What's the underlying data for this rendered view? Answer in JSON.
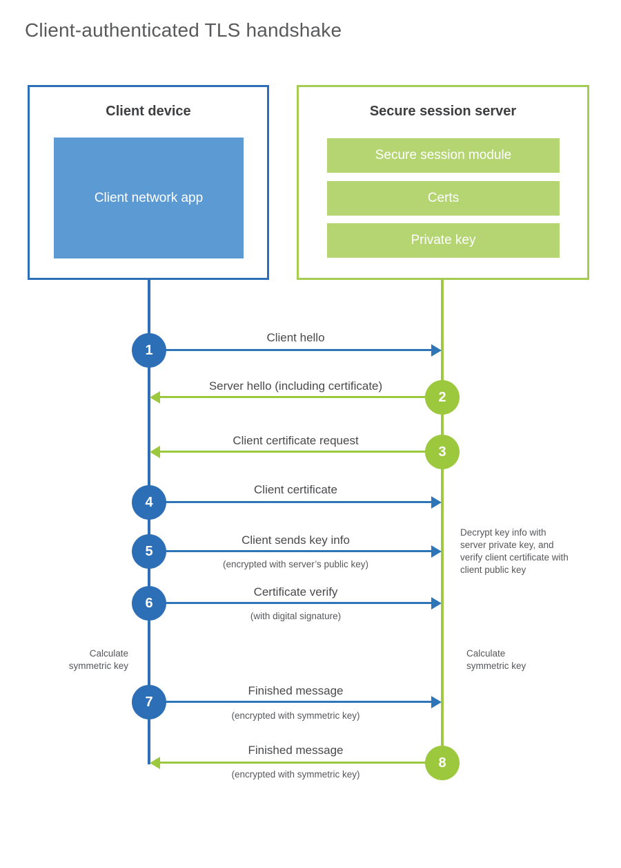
{
  "title": "Client-authenticated TLS handshake",
  "client": {
    "title": "Client device",
    "app_label": "Client network app"
  },
  "server": {
    "title": "Secure session server",
    "modules": [
      "Secure session module",
      "Certs",
      "Private key"
    ]
  },
  "messages": [
    {
      "num": "1",
      "label": "Client hello",
      "sub": "",
      "direction": "client-to-server"
    },
    {
      "num": "2",
      "label": "Server hello (including certificate)",
      "sub": "",
      "direction": "server-to-client"
    },
    {
      "num": "3",
      "label": "Client certificate request",
      "sub": "",
      "direction": "server-to-client"
    },
    {
      "num": "4",
      "label": "Client certificate",
      "sub": "",
      "direction": "client-to-server"
    },
    {
      "num": "5",
      "label": "Client sends key info",
      "sub": "(encrypted with server’s public key)",
      "direction": "client-to-server"
    },
    {
      "num": "6",
      "label": "Certificate verify",
      "sub": "(with digital signature)",
      "direction": "client-to-server"
    },
    {
      "num": "7",
      "label": "Finished message",
      "sub": "(encrypted with symmetric key)",
      "direction": "client-to-server"
    },
    {
      "num": "8",
      "label": "Finished message",
      "sub": "(encrypted with symmetric key)",
      "direction": "server-to-client"
    }
  ],
  "annotations": {
    "decrypt_note": "Decrypt key info with server private key, and verify client certificate with client public key",
    "calc_left": "Calculate symmetric key",
    "calc_right": "Calculate symmetric key"
  },
  "colors": {
    "blue": "#2d6fb7",
    "blue_fill": "#5b9ad3",
    "green": "#9cc83e",
    "green_border": "#a5cc52",
    "green_fill": "#b5d573"
  }
}
